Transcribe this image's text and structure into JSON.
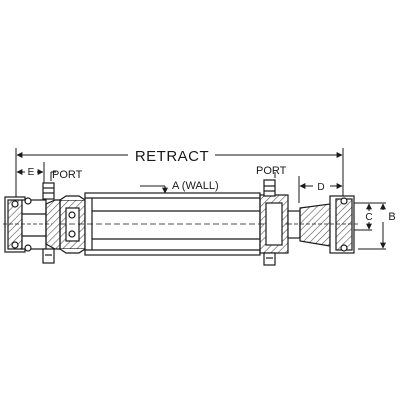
{
  "labels": {
    "retract": "RETRACT",
    "port_left": "PORT",
    "port_right": "PORT",
    "wall": "A (WALL)",
    "dim_b": "B",
    "dim_c": "C",
    "dim_d": "D",
    "dim_e": "E"
  },
  "colors": {
    "ink": "#1a1a1a",
    "hatch": "#555555",
    "background": "#ffffff"
  }
}
